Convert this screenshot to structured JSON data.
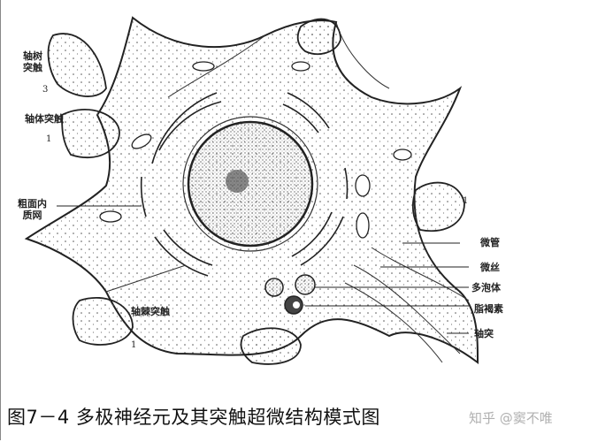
{
  "labels": {
    "axodendritic": "轴树突触",
    "axodendritic_num": "3",
    "axosomatic": "轴体突触",
    "axosomatic_num": "1",
    "rer_line1": "粗面内",
    "rer_line2": "质网",
    "axospinous": "轴棘突触",
    "axospinous_num": "1",
    "right_synapse_num": "1",
    "microtubule": "微管",
    "microfilament": "微丝",
    "multivesicular_body": "多泡体",
    "lipofuscin": "脂褐素",
    "axon": "轴突"
  },
  "caption": "图7－4 多极神经元及其突触超微结构模式图",
  "watermark": "知乎 @窦不唯",
  "colors": {
    "ink": "#222222",
    "background": "#ffffff"
  }
}
